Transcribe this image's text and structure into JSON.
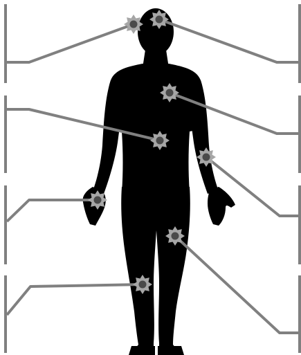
{
  "figure": {
    "subject": "human-body-silhouette",
    "colors": {
      "background": "#ffffff",
      "silhouette": "#000000",
      "callout_line": "#808080",
      "marker_outer": "#a0a0a0",
      "marker_inner": "#4a4a4a"
    },
    "markers": [
      {
        "name": "marker-head-left",
        "side": "left"
      },
      {
        "name": "marker-head-right",
        "side": "right"
      },
      {
        "name": "marker-chest",
        "side": "right"
      },
      {
        "name": "marker-abdomen",
        "side": "left"
      },
      {
        "name": "marker-right-wrist",
        "side": "left"
      },
      {
        "name": "marker-left-elbow",
        "side": "right"
      },
      {
        "name": "marker-left-thigh",
        "side": "right"
      },
      {
        "name": "marker-right-knee",
        "side": "left"
      }
    ]
  }
}
